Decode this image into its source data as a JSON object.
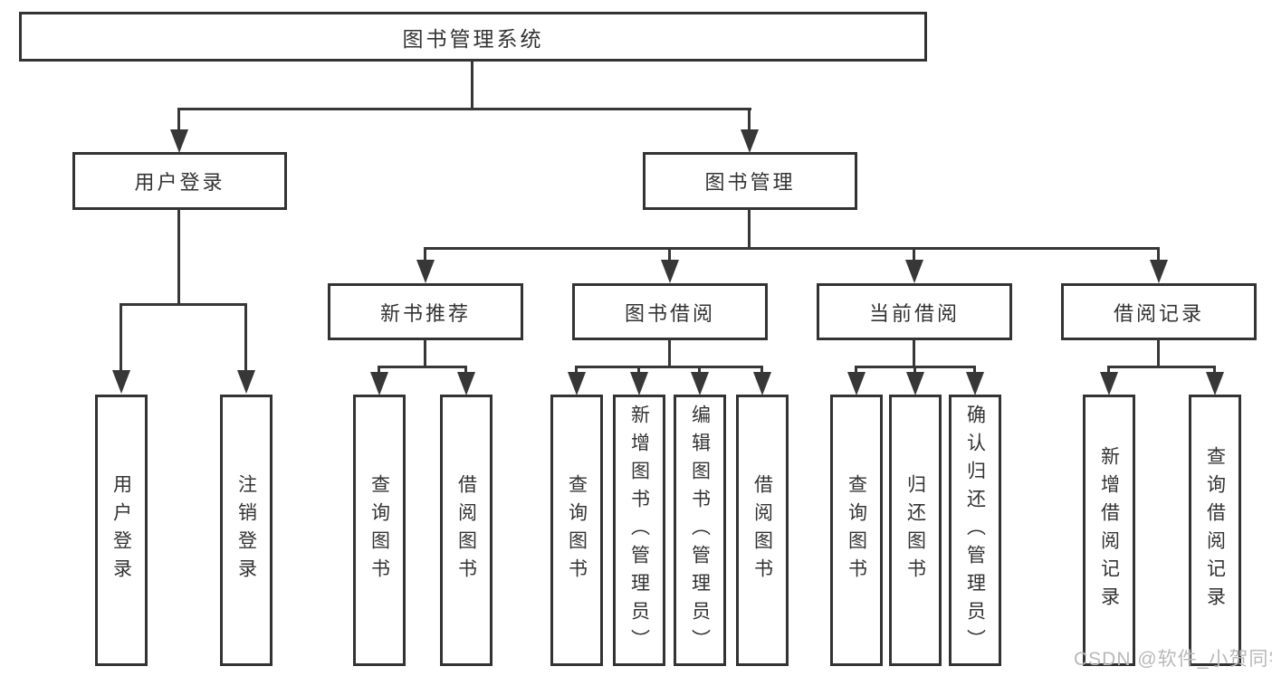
{
  "tree": {
    "root": {
      "label": "图书管理系统"
    },
    "branches": [
      {
        "label": "用户登录",
        "children": [
          {
            "label": "用户登录"
          },
          {
            "label": "注销登录"
          }
        ]
      },
      {
        "label": "图书管理",
        "children": [
          {
            "label": "新书推荐",
            "children": [
              {
                "label": "查询图书"
              },
              {
                "label": "借阅图书"
              }
            ]
          },
          {
            "label": "图书借阅",
            "children": [
              {
                "label": "查询图书"
              },
              {
                "label": "新增图书（管理员）"
              },
              {
                "label": "编辑图书（管理员）"
              },
              {
                "label": "借阅图书"
              }
            ]
          },
          {
            "label": "当前借阅",
            "children": [
              {
                "label": "查询图书"
              },
              {
                "label": "归还图书"
              },
              {
                "label": "确认归还（管理员）"
              }
            ]
          },
          {
            "label": "借阅记录",
            "children": [
              {
                "label": "新增借阅记录"
              },
              {
                "label": "查询借阅记录"
              }
            ]
          }
        ]
      }
    ]
  },
  "watermark": "CSDN @软件_小贺同学",
  "colors": {
    "line": "#373737",
    "box_border": "#333333",
    "text": "#333333",
    "watermark": "#b9b9b9",
    "background": "#ffffff"
  }
}
